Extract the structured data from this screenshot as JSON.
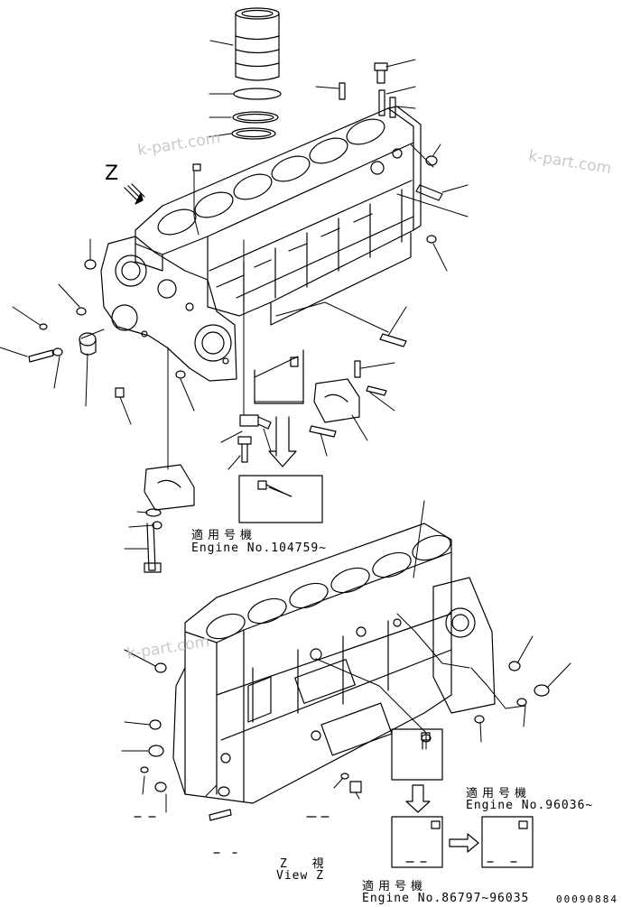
{
  "watermarks": [
    "k-part.com",
    "k-part.com",
    "k-part.com"
  ],
  "view_marker": "Z",
  "notes": {
    "upper_jp": "適用号機",
    "upper_engine": "Engine No.104759~",
    "lower_right_jp": "適用号機",
    "lower_right_engine": "Engine No.96036~",
    "bottom_jp": "適用号機",
    "bottom_engine": "Engine No.86797~96035",
    "view_jp": "Z 視",
    "view_en": "View Z"
  },
  "drawing_code": "00090884"
}
